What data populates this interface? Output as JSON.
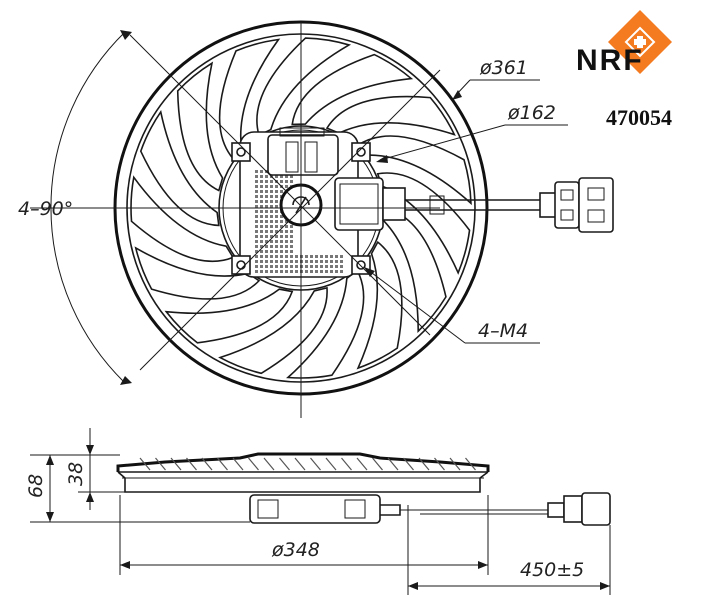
{
  "brand": {
    "name": "NRF",
    "accent": "#f47b20"
  },
  "part_number": "470054",
  "dimensions": {
    "outer_diameter": "ø361",
    "motor_diameter": "ø162",
    "bolt_angle": "4–90°",
    "screws": "4–M4",
    "height_total": "68",
    "height_blades": "38",
    "base_diameter": "ø348",
    "cable_length": "450±5"
  }
}
